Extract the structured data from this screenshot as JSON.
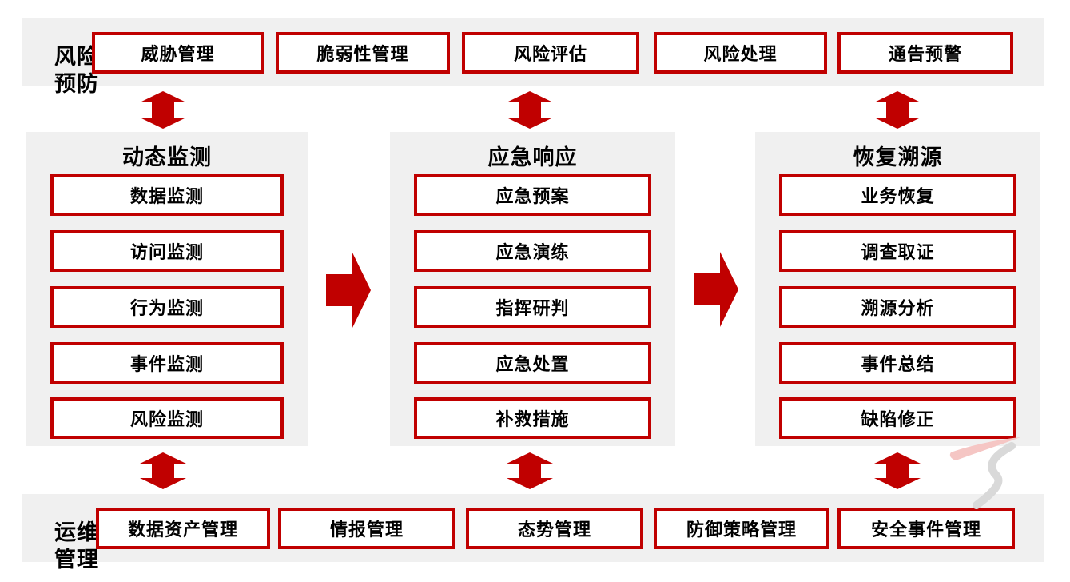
{
  "colors": {
    "accent_red": "#C00000",
    "panel_gray": "#F0F0F0",
    "box_white": "#FFFFFF",
    "text_black": "#000000",
    "deco_pink": "#F5C6C4",
    "deco_gray": "#D9D9D9"
  },
  "top_band": {
    "label": "风险预防",
    "items": [
      "威胁管理",
      "脆弱性管理",
      "风险评估",
      "风险处理",
      "通告预警"
    ]
  },
  "columns": [
    {
      "title": "动态监测",
      "items": [
        "数据监测",
        "访问监测",
        "行为监测",
        "事件监测",
        "风险监测"
      ]
    },
    {
      "title": "应急响应",
      "items": [
        "应急预案",
        "应急演练",
        "指挥研判",
        "应急处置",
        "补救措施"
      ]
    },
    {
      "title": "恢复溯源",
      "items": [
        "业务恢复",
        "调查取证",
        "溯源分析",
        "事件总结",
        "缺陷修正"
      ]
    }
  ],
  "bottom_band": {
    "label": "运维管理",
    "items": [
      "数据资产管理",
      "情报管理",
      "态势管理",
      "防御策略管理",
      "安全事件管理"
    ]
  },
  "icons": {
    "up_down_arrow": "double-headed vertical arrow",
    "right_arrow": "solid right arrow"
  }
}
